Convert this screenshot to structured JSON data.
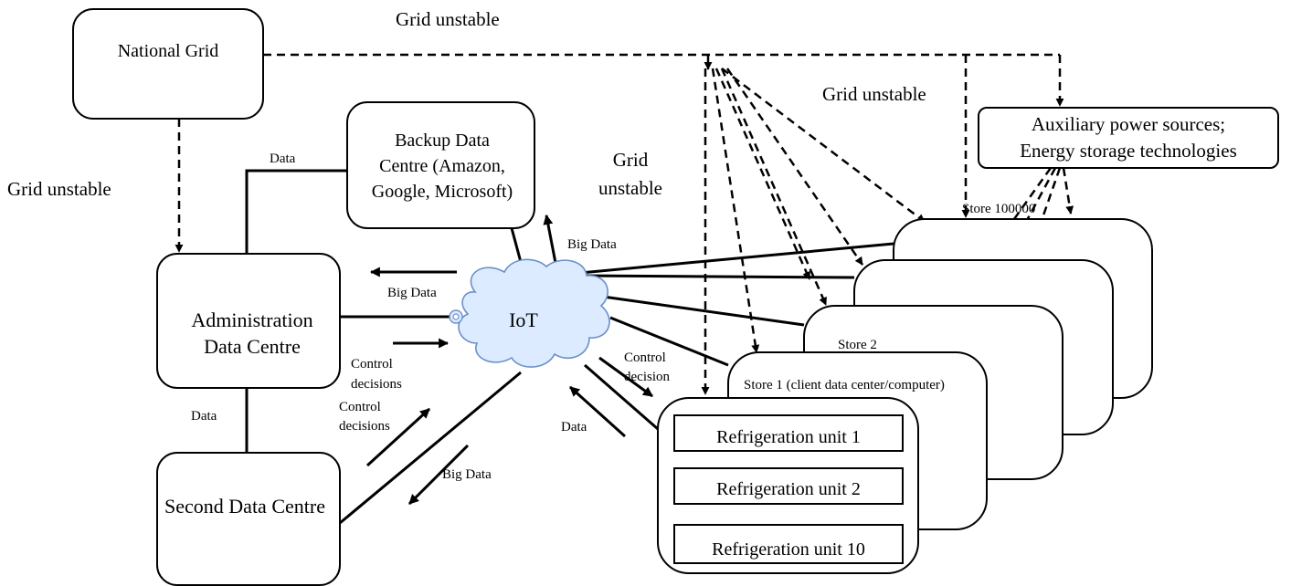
{
  "nodes": {
    "national_grid": "National Grid",
    "backup_line1": "Backup Data",
    "backup_line2": "Centre (Amazon,",
    "backup_line3": "Google, Microsoft)",
    "admin_line1": "Administration",
    "admin_line2": "Data Centre",
    "second": "Second Data Centre",
    "iot": "IoT",
    "aux_line1": "Auxiliary power sources;",
    "aux_line2": "Energy storage technologies",
    "store_100000": "Store 100000",
    "store_2": "Store 2",
    "store_1": "Store 1 (client data center/computer)",
    "ref_unit_1": "Refrigeration unit 1",
    "ref_unit_2": "Refrigeration  unit   2",
    "ref_unit_10": "Refrigeration  unit  10"
  },
  "labels": {
    "grid_unstable_top": "Grid unstable",
    "grid_unstable_left": "Grid unstable",
    "grid_unstable_right": "Grid unstable",
    "grid_unstable_mid_1": "Grid",
    "grid_unstable_mid_2": "unstable",
    "data_backup": "Data",
    "data_admin_second": "Data",
    "data_store": "Data",
    "big_data_backup": "Big Data",
    "big_data_admin": "Big Data",
    "big_data_second": "Big Data",
    "control_admin_1": "Control",
    "control_admin_2": "decisions",
    "control_second_1": "Control",
    "control_second_2": "decisions",
    "control_store_1": "Control",
    "control_store_2": "decision"
  }
}
